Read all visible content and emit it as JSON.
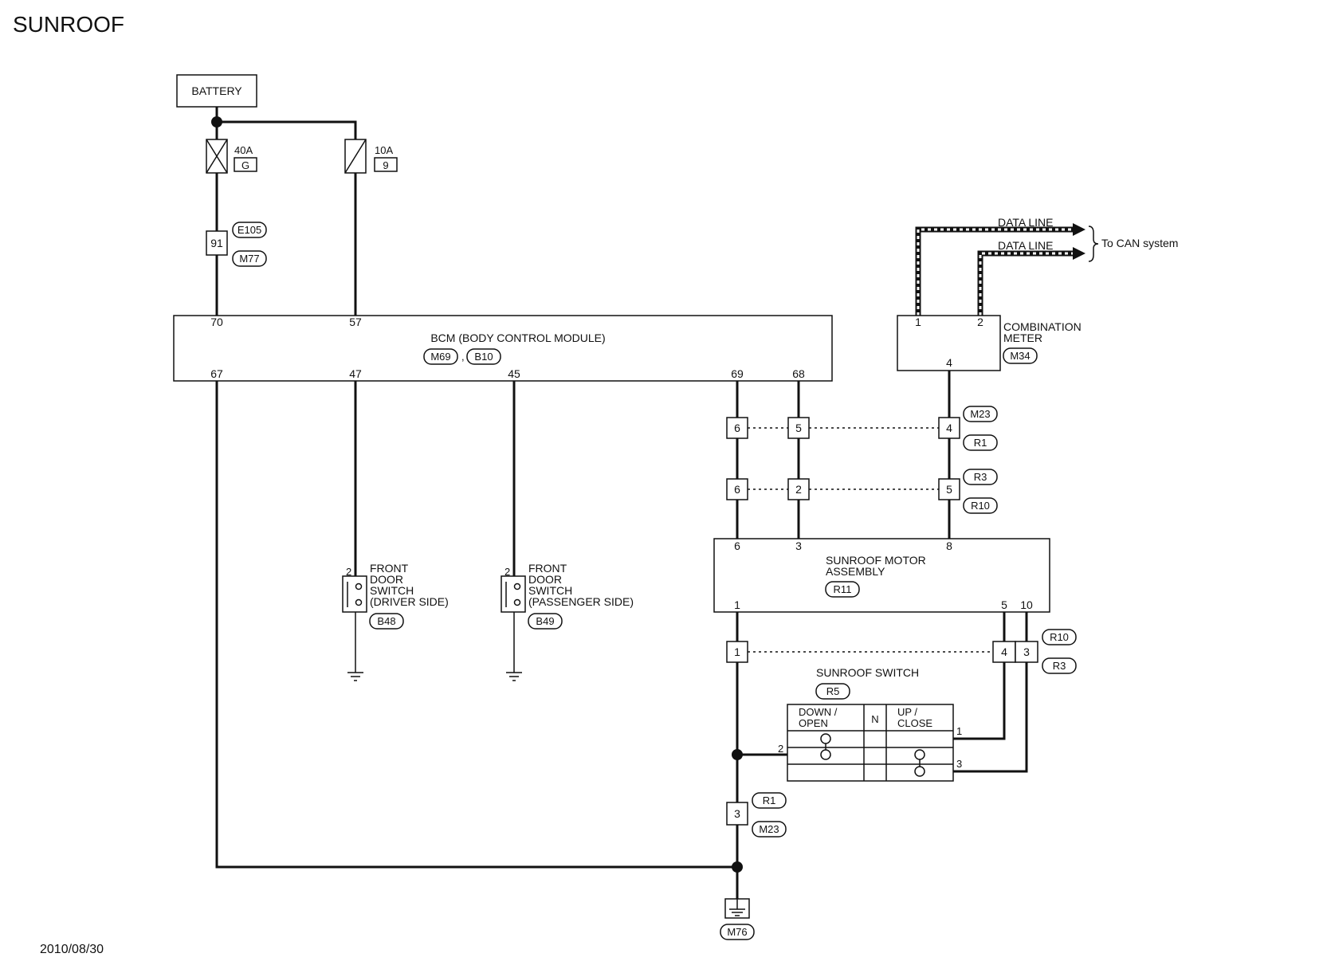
{
  "title": "SUNROOF",
  "date": "2010/08/30",
  "battery": "BATTERY",
  "fuse_40": {
    "amp": "40A",
    "id": "G"
  },
  "fuse_10": {
    "amp": "10A",
    "id": "9"
  },
  "bcm": {
    "name": "BCM (BODY CONTROL MODULE)",
    "connector_a": "M69",
    "sep": ",",
    "connector_b": "B10",
    "top_pins": [
      "70",
      "57"
    ],
    "bottom_pins": [
      "67",
      "47",
      "45",
      "69",
      "68"
    ]
  },
  "e105_connector": {
    "pin": "91",
    "top": "E105",
    "bottom": "M77"
  },
  "combination_meter": {
    "name_line1": "COMBINATION",
    "name_line2": "METER",
    "connector": "M34",
    "pins": [
      "1",
      "2",
      "4"
    ]
  },
  "data_lines": {
    "line1": "DATA LINE",
    "line2": "DATA LINE",
    "target": "To CAN system"
  },
  "junction_m23_r1": {
    "pins": [
      "6",
      "5",
      "4"
    ],
    "top": "M23",
    "bottom": "R1"
  },
  "junction_r3_r10": {
    "pins": [
      "6",
      "2",
      "5"
    ],
    "top": "R3",
    "bottom": "R10"
  },
  "sunroof_motor": {
    "line1": "SUNROOF MOTOR",
    "line2": "ASSEMBLY",
    "connector": "R11",
    "top_pins": [
      "6",
      "3",
      "8"
    ],
    "bottom_pins": [
      "1",
      "5",
      "10"
    ]
  },
  "junction_r10_r3": {
    "pins": [
      "1",
      "4",
      "3"
    ],
    "top": "R10",
    "bottom": "R3"
  },
  "door_switch_driver": {
    "lines": [
      "FRONT",
      "DOOR",
      "SWITCH",
      "(DRIVER SIDE)"
    ],
    "pin": "2",
    "connector": "B48"
  },
  "door_switch_passenger": {
    "lines": [
      "FRONT",
      "DOOR",
      "SWITCH",
      "(PASSENGER SIDE)"
    ],
    "pin": "2",
    "connector": "B49"
  },
  "sunroof_switch": {
    "name": "SUNROOF SWITCH",
    "connector": "R5",
    "col_down_1": "DOWN /",
    "col_down_2": "OPEN",
    "col_n": "N",
    "col_up_1": "UP /",
    "col_up_2": "CLOSE",
    "pins": [
      "1",
      "2",
      "3"
    ]
  },
  "junction_r1_m23": {
    "pin": "3",
    "top": "R1",
    "bottom": "M23"
  },
  "ground": {
    "connector": "M76"
  }
}
